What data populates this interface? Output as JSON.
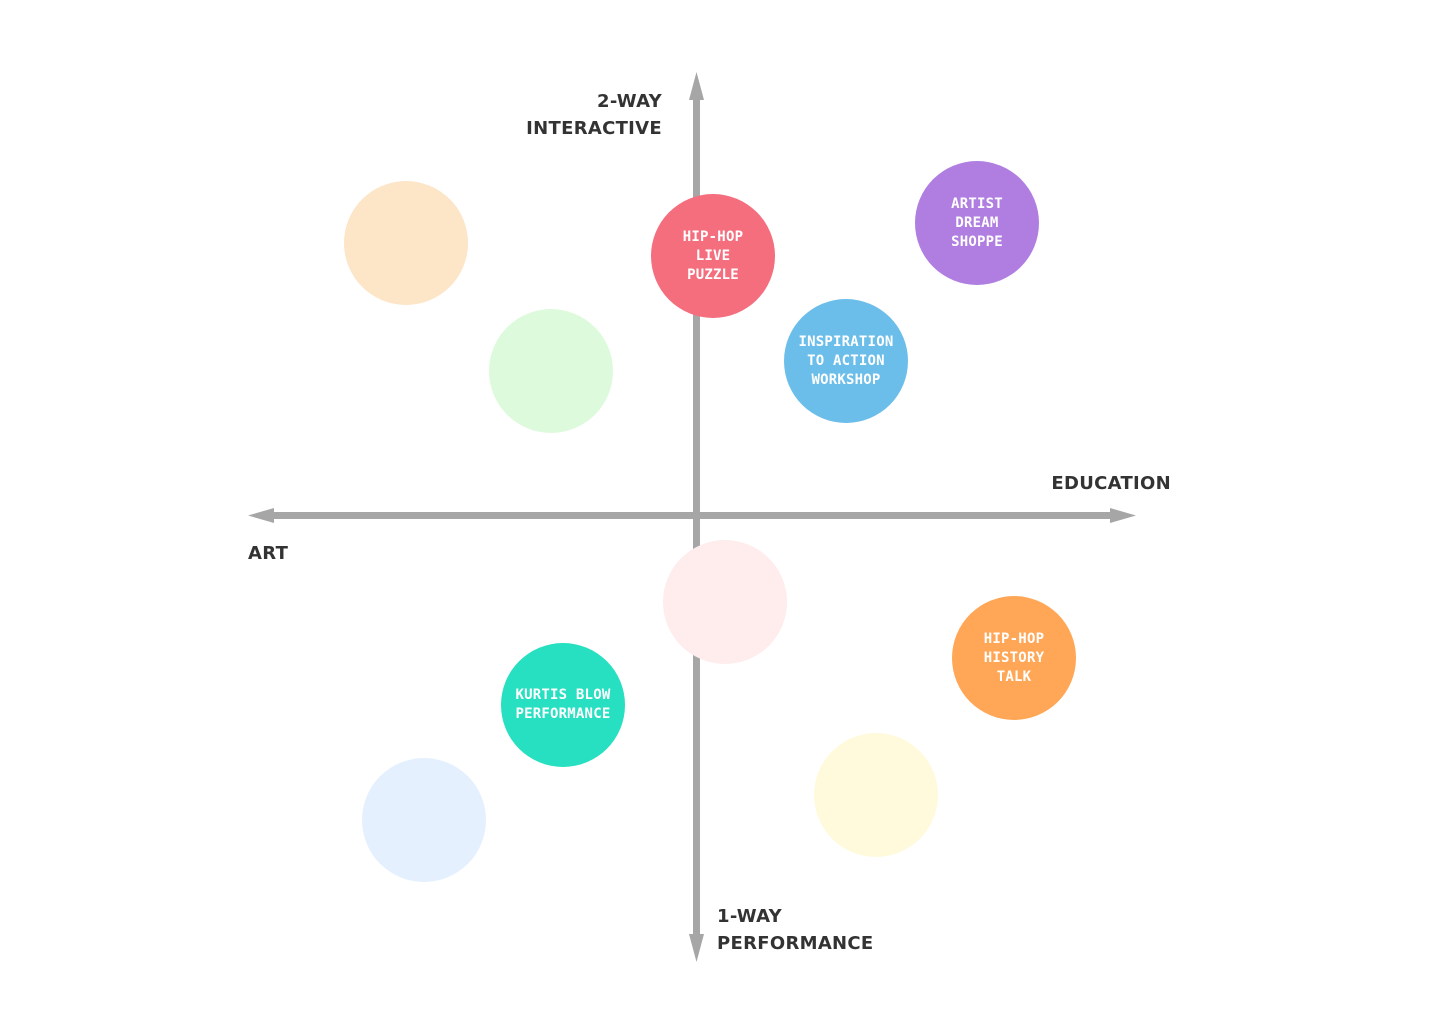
{
  "axes": {
    "top_label_line1": "2-WAY",
    "top_label_line2": "INTERACTIVE",
    "bottom_label_line1": "1-WAY",
    "bottom_label_line2": "PERFORMANCE",
    "left_label": "ART",
    "right_label": "EDUCATION",
    "axis_color": "#a6a6a6",
    "label_color": "#333333"
  },
  "items": [
    {
      "label": "Hip-Hop\nLive\nPuzzle",
      "color": "#f46e7e"
    },
    {
      "label": "Artist\nDream\nShoppe",
      "color": "#b07ee0"
    },
    {
      "label": "Inspiration\nto Action\nWorkshop",
      "color": "#6cbeea"
    },
    {
      "label": "Hip-Hop\nHistory\nTalk",
      "color": "#ffa756"
    },
    {
      "label": "Kurtis Blow\nPerformance",
      "color": "#27dfc1"
    }
  ],
  "placeholders": [
    {
      "color": "#fde5c8"
    },
    {
      "color": "#ddfbdc"
    },
    {
      "color": "#ffeced"
    },
    {
      "color": "#e4f0fd"
    },
    {
      "color": "#fffadc"
    }
  ]
}
